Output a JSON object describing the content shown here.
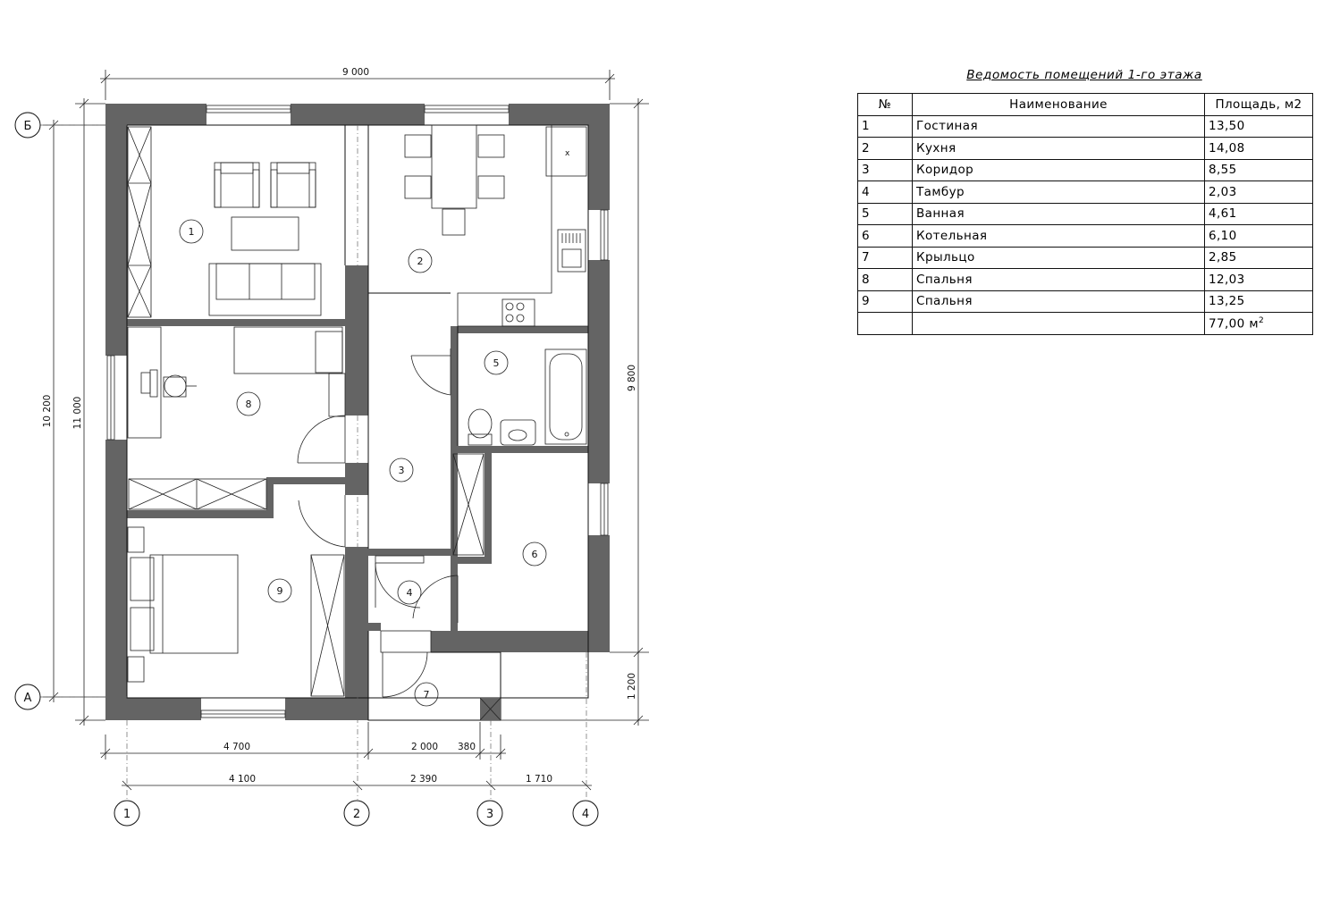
{
  "plan": {
    "dimensions": {
      "top_width": "9 000",
      "left_outer": "10 200",
      "left_inner": "11 000",
      "right_main": "9 800",
      "right_porch": "1 200",
      "bottom_row1": [
        "4 700",
        "2 000",
        "380"
      ],
      "bottom_row2": [
        "4 100",
        "2 390",
        "1 710"
      ]
    },
    "axes": {
      "vertical": [
        "1",
        "2",
        "3",
        "4"
      ],
      "horizontal": [
        "Б",
        "А"
      ]
    },
    "room_numbers": [
      "1",
      "2",
      "3",
      "4",
      "5",
      "6",
      "7",
      "8",
      "9"
    ]
  },
  "schedule": {
    "title": "Ведомость помещений 1-го этажа",
    "headers": [
      "№",
      "Наименование",
      "Площадь, м2"
    ],
    "rows": [
      [
        "1",
        "Гостиная",
        "13,50"
      ],
      [
        "2",
        "Кухня",
        "14,08"
      ],
      [
        "3",
        "Коридор",
        "8,55"
      ],
      [
        "4",
        "Тамбур",
        "2,03"
      ],
      [
        "5",
        "Ванная",
        "4,61"
      ],
      [
        "6",
        "Котельная",
        "6,10"
      ],
      [
        "7",
        "Крыльцо",
        "2,85"
      ],
      [
        "8",
        "Спальня",
        "12,03"
      ],
      [
        "9",
        "Спальня",
        "13,25"
      ]
    ],
    "total": "77,00",
    "total_unit": "м",
    "total_sup": "2"
  }
}
